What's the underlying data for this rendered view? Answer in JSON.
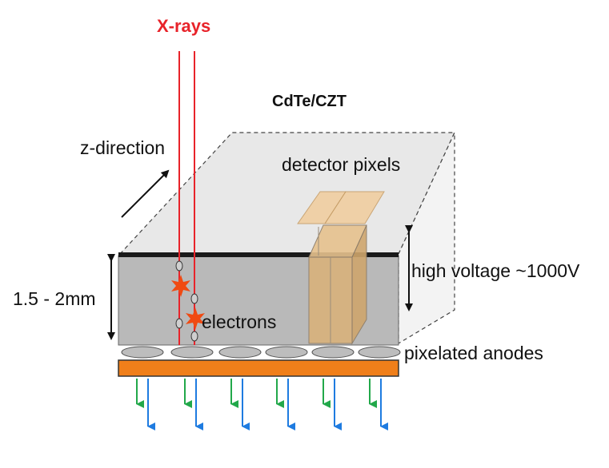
{
  "diagram": {
    "xrays_label": "X-rays",
    "material_label": "CdTe/CZT",
    "z_direction_label": "z-direction",
    "detector_pixels_label": "detector pixels",
    "thickness_label": "1.5 - 2mm",
    "high_voltage_label": "high voltage ~1000V",
    "electrons_label": "electrons",
    "anodes_label": "pixelated anodes",
    "colors": {
      "xray": "#e8232a",
      "top_face": "#e8e8e8",
      "front_face": "#b9b9b9",
      "pixel_column": "#d9b27c",
      "substrate": "#f07f1a",
      "arrow_green": "#22a84a",
      "arrow_blue": "#1e7be0",
      "interaction_star": "#f04a12"
    }
  }
}
